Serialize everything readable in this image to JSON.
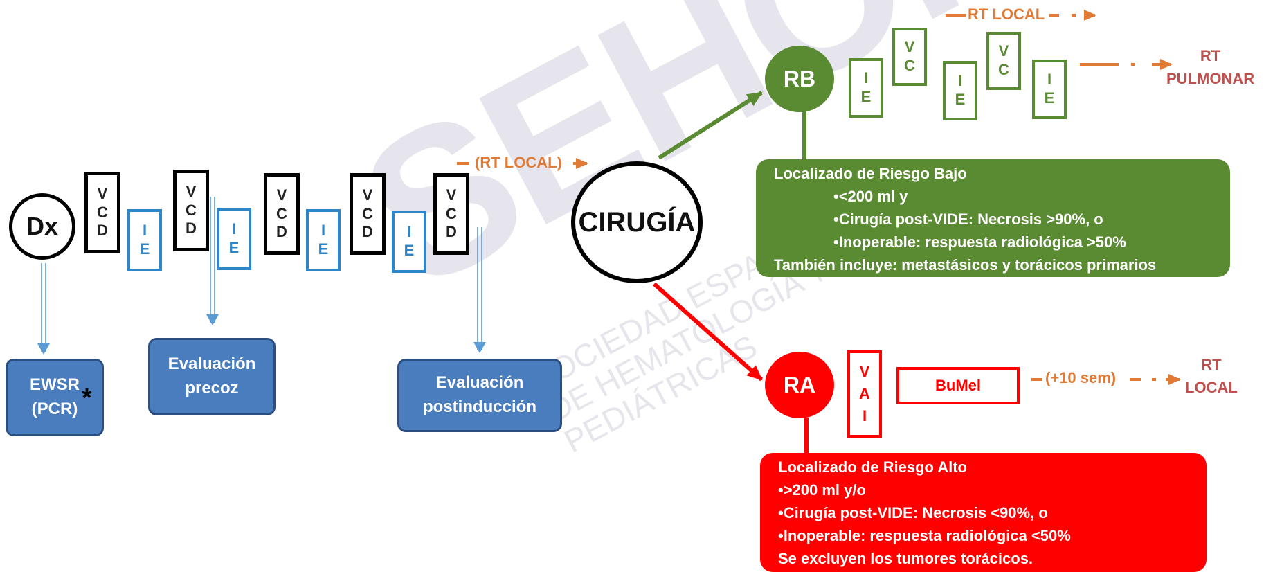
{
  "colors": {
    "green": "#5a8a32",
    "red": "#ff0000",
    "blue": "#4a7dbd",
    "light_blue": "#2e86c9",
    "orange": "#e07a35",
    "rt_label": "#c0504d"
  },
  "nodes": {
    "dx": "Dx",
    "cirugia": "CIRUGÍA",
    "rb": "RB",
    "ra": "RA"
  },
  "cycles": {
    "vcd": [
      "V",
      "C",
      "D"
    ],
    "ie": [
      "I",
      "E"
    ],
    "vc": [
      "V",
      "C"
    ],
    "vai": [
      "V",
      "A",
      "I"
    ]
  },
  "boxes": {
    "ewsr": [
      "EWSR",
      "(PCR)"
    ],
    "ewsr_mark": "*",
    "eval_precoz": [
      "Evaluación",
      "precoz"
    ],
    "eval_post": [
      "Evaluación",
      "postinducción"
    ],
    "bumel": "BuMel"
  },
  "labels": {
    "rt_local_paren": "(RT LOCAL)",
    "rt_local_top": "RT LOCAL",
    "rt_pulmonar": [
      "RT",
      "PULMONAR"
    ],
    "plus_10": "(+10 sem)",
    "rt_local_ra": [
      "RT",
      "LOCAL"
    ]
  },
  "risk_low": {
    "title": "Localizado de Riesgo Bajo",
    "items": [
      "•<200 ml y",
      "•Cirugía post-VIDE: Necrosis >90%, o",
      "•Inoperable: respuesta radiológica >50%"
    ],
    "footer": "También incluye: metastásicos y torácicos primarios"
  },
  "risk_high": {
    "title": "Localizado de Riesgo Alto",
    "items": [
      "•>200 ml y/o",
      "•Cirugía post-VIDE: Necrosis <90%, o",
      "•Inoperable: respuesta radiológica <50%"
    ],
    "footer": "Se excluyen los tumores torácicos."
  },
  "watermark": {
    "logo": "SEHOP",
    "lines": [
      "SOCIEDAD ESPAÑOLA",
      "DE HEMATOLOGÍA Y ONCOLOGÍA",
      "PEDIÁTRICAS"
    ]
  }
}
